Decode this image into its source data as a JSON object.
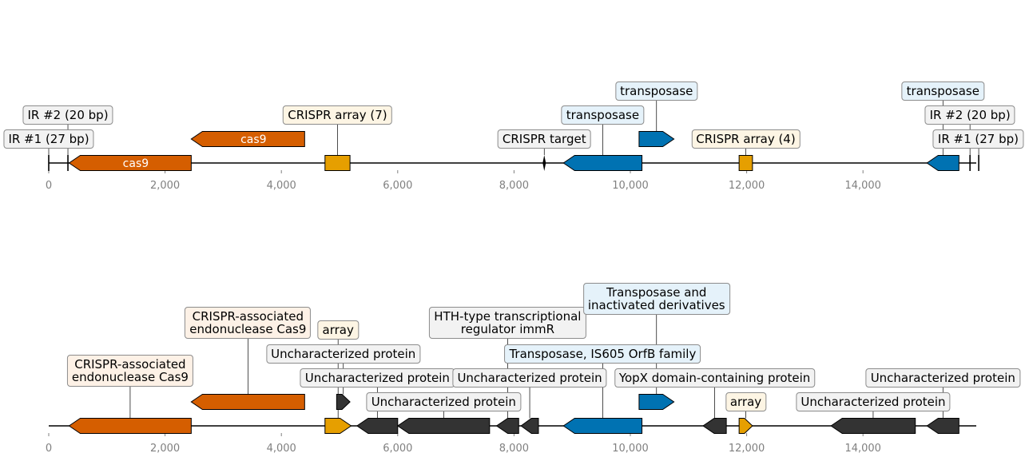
{
  "colors": {
    "cas9": "#d55e00",
    "array": "#e69f00",
    "transposase": "#0072b2",
    "other": "#333333",
    "axis": "#808080",
    "label_cas": "#fdf1e6",
    "label_array": "#fdf5e4",
    "label_transposase": "#e5f2fa",
    "label_neutral": "#f2f2f2"
  },
  "panels": [
    {
      "id": "top",
      "axis": {
        "min": 0,
        "max": 16000,
        "ticks": [
          "0",
          "2,000",
          "4,000",
          "6,000",
          "8,000",
          "10,000",
          "12,000",
          "14,000"
        ]
      },
      "features": [
        {
          "kind": "tick",
          "pos": 0,
          "row": 0,
          "label": "IR #1 (27 bp)",
          "level": 1,
          "style": "neutral"
        },
        {
          "kind": "tick",
          "pos": 330,
          "row": 0,
          "label": "IR #2 (20 bp)",
          "level": 2,
          "style": "neutral"
        },
        {
          "kind": "gene",
          "start": 350,
          "end": 2450,
          "strand": -1,
          "row": 0,
          "cls": "cas9",
          "inside_label": "cas9"
        },
        {
          "kind": "gene",
          "start": 2450,
          "end": 4400,
          "strand": -1,
          "row": 1,
          "cls": "cas9",
          "inside_label": "cas9"
        },
        {
          "kind": "box",
          "start": 4750,
          "end": 5180,
          "row": 0,
          "cls": "array",
          "label": "CRISPR array (7)",
          "level": 2,
          "style": "array"
        },
        {
          "kind": "target",
          "pos": 8520,
          "row": 0,
          "label": "CRISPR target",
          "level": 1,
          "style": "neutral"
        },
        {
          "kind": "gene",
          "start": 8850,
          "end": 10200,
          "strand": -1,
          "row": 0,
          "cls": "transposase",
          "label": "transposase",
          "level": 2,
          "style": "transposase"
        },
        {
          "kind": "gene",
          "start": 10150,
          "end": 10750,
          "strand": 1,
          "row": 1,
          "cls": "transposase",
          "label": "transposase",
          "level": 3,
          "style": "transposase"
        },
        {
          "kind": "box",
          "start": 11870,
          "end": 12100,
          "row": 0,
          "cls": "array",
          "label": "CRISPR array (4)",
          "level": 1,
          "style": "array"
        },
        {
          "kind": "gene",
          "start": 15100,
          "end": 15650,
          "strand": -1,
          "row": 0,
          "cls": "transposase",
          "label": "transposase",
          "level": 3,
          "style": "transposase"
        },
        {
          "kind": "tick",
          "pos": 15840,
          "row": 0,
          "label": "IR #2 (20 bp)",
          "level": 2,
          "style": "neutral"
        },
        {
          "kind": "tick",
          "pos": 15990,
          "row": 0,
          "label": "IR #1 (27 bp)",
          "level": 1,
          "style": "neutral"
        }
      ]
    },
    {
      "id": "bottom",
      "axis": {
        "min": 0,
        "max": 16000,
        "ticks": [
          "0",
          "2,000",
          "4,000",
          "6,000",
          "8,000",
          "10,000",
          "12,000",
          "14,000"
        ]
      },
      "features": [
        {
          "kind": "gene",
          "start": 350,
          "end": 2450,
          "strand": -1,
          "row": 0,
          "cls": "cas9",
          "label": "CRISPR-associated\nendonuclease Cas9",
          "level": 2,
          "style": "cas"
        },
        {
          "kind": "gene",
          "start": 2450,
          "end": 4400,
          "strand": -1,
          "row": 1,
          "cls": "cas9",
          "label": "CRISPR-associated\nendonuclease Cas9",
          "level": 4,
          "style": "cas"
        },
        {
          "kind": "gene",
          "start": 4750,
          "end": 5200,
          "strand": 1,
          "row": 0,
          "cls": "array",
          "label": "array",
          "level": 4,
          "style": "array"
        },
        {
          "kind": "gene",
          "start": 4950,
          "end": 5180,
          "strand": 1,
          "row": 1,
          "cls": "other",
          "label": "Uncharacterized protein",
          "level": 3,
          "style": "neutral"
        },
        {
          "kind": "gene",
          "start": 5300,
          "end": 6000,
          "strand": -1,
          "row": 0,
          "cls": "other",
          "label": "Uncharacterized protein",
          "level": 2,
          "style": "neutral"
        },
        {
          "kind": "gene",
          "start": 6000,
          "end": 7580,
          "strand": -1,
          "row": 0,
          "cls": "other",
          "label": "Uncharacterized protein",
          "level": 1,
          "style": "neutral"
        },
        {
          "kind": "gene",
          "start": 7700,
          "end": 8080,
          "strand": -1,
          "row": 0,
          "cls": "other",
          "label": "HTH-type transcriptional\nregulator immR",
          "level": 4,
          "style": "neutral"
        },
        {
          "kind": "gene",
          "start": 8120,
          "end": 8420,
          "strand": -1,
          "row": 0,
          "cls": "other",
          "label": "Uncharacterized protein",
          "level": 2,
          "style": "neutral"
        },
        {
          "kind": "gene",
          "start": 8850,
          "end": 10200,
          "strand": -1,
          "row": 0,
          "cls": "transposase",
          "label": "Transposase, IS605 OrfB family",
          "level": 3,
          "style": "transposase"
        },
        {
          "kind": "gene",
          "start": 10150,
          "end": 10750,
          "strand": 1,
          "row": 1,
          "cls": "transposase",
          "label": "Transposase and\ninactivated derivatives",
          "level": 5,
          "style": "transposase"
        },
        {
          "kind": "gene",
          "start": 11250,
          "end": 11650,
          "strand": -1,
          "row": 0,
          "cls": "other",
          "label": "YopX domain-containing protein",
          "level": 2,
          "style": "neutral"
        },
        {
          "kind": "gene",
          "start": 11870,
          "end": 12100,
          "strand": 1,
          "row": 0,
          "cls": "array",
          "label": "array",
          "level": 1,
          "style": "array"
        },
        {
          "kind": "gene",
          "start": 13450,
          "end": 14900,
          "strand": -1,
          "row": 0,
          "cls": "other",
          "label": "Uncharacterized protein",
          "level": 1,
          "style": "neutral"
        },
        {
          "kind": "gene",
          "start": 15100,
          "end": 15650,
          "strand": -1,
          "row": 0,
          "cls": "other",
          "label": "Uncharacterized protein",
          "level": 2,
          "style": "neutral"
        }
      ]
    }
  ]
}
